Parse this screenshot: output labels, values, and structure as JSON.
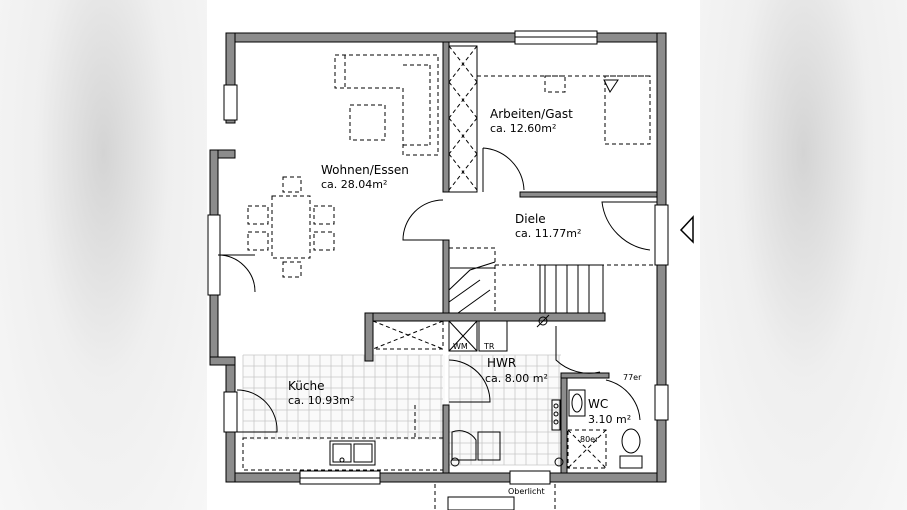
{
  "rooms": [
    {
      "name": "Wohnen/Essen",
      "area": "ca. 28.04m²"
    },
    {
      "name": "Arbeiten/Gast",
      "area": "ca. 12.60m²"
    },
    {
      "name": "Diele",
      "area": "ca. 11.77m²"
    },
    {
      "name": "Küche",
      "area": "ca. 10.93m²"
    },
    {
      "name": "HWR",
      "area": "ca. 8.00  m²"
    },
    {
      "name": "WC",
      "area": "3.10  m²"
    }
  ],
  "labels": {
    "washing_machine": "WM",
    "dryer": "TR",
    "shower_size": "80er",
    "door_width": "77er",
    "skylight": "Oberlicht"
  },
  "colors": {
    "wall_fill": "#8c8c8c",
    "tile_grid": "#c7c7c7",
    "background": "#ffffff"
  }
}
